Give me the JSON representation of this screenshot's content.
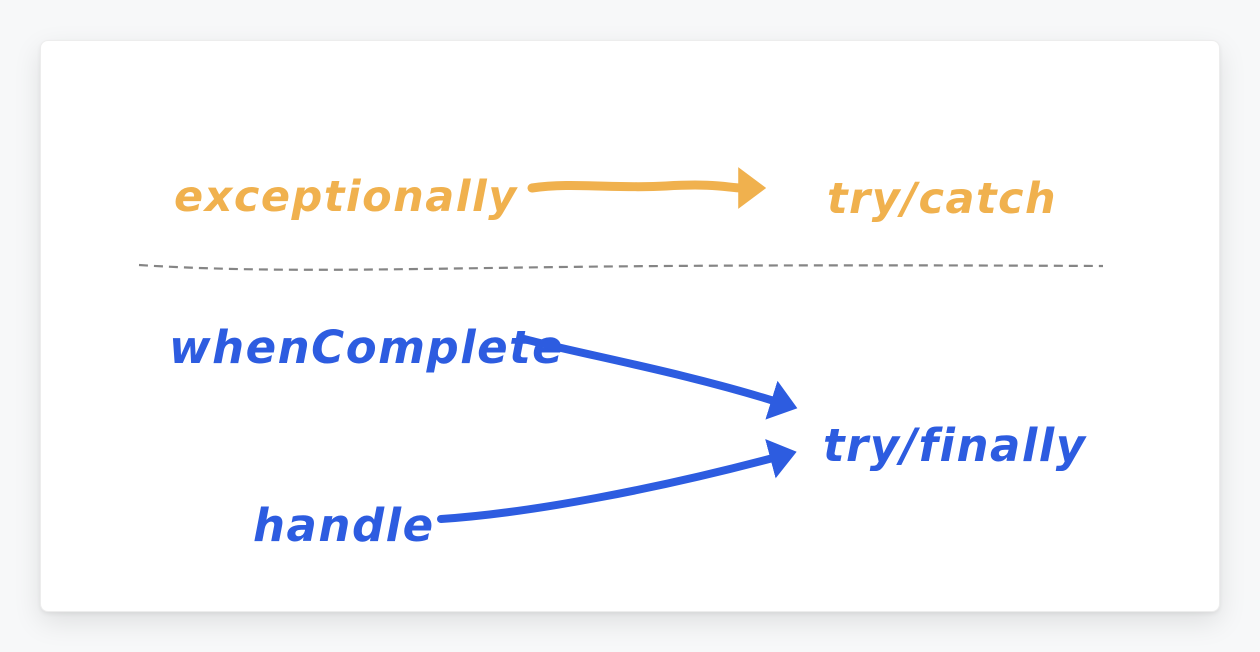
{
  "diagram": {
    "top_section": {
      "source_label": "exceptionally",
      "target_label": "try/catch"
    },
    "bottom_section": {
      "source_labels": [
        "whenComplete",
        "handle"
      ],
      "target_label": "try/finally"
    }
  },
  "colors": {
    "orange": "#f0b14e",
    "blue": "#2d5ce0",
    "divider": "#858585"
  }
}
